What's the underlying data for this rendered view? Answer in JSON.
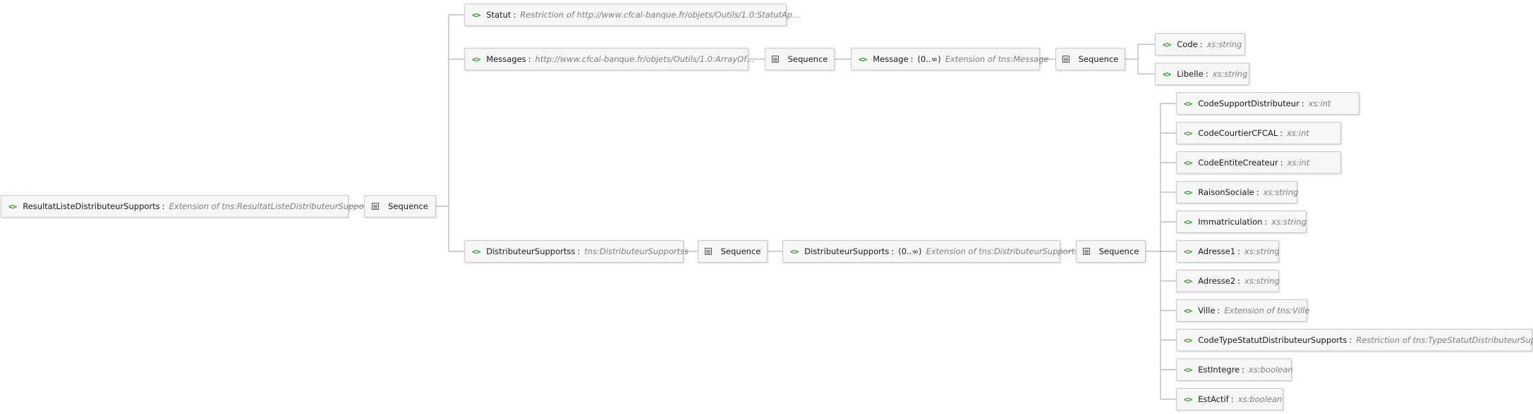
{
  "root": {
    "name": "ResultatListeDistributeurSupports",
    "type": "Extension of tns:ResultatListeDistributeurSupports"
  },
  "sequence_label": "Sequence",
  "statut": {
    "name": "Statut",
    "type": "Restriction of http://www.cfcal-banque.fr/objets/Outils/1.0:StatutAp..."
  },
  "messages": {
    "name": "Messages",
    "type": "http://www.cfcal-banque.fr/objets/Outils/1.0:ArrayOf..."
  },
  "message": {
    "name": "Message",
    "cardinality": "(0..∞)",
    "type": "Extension of tns:Message"
  },
  "code": {
    "name": "Code",
    "type": "xs:string"
  },
  "libelle": {
    "name": "Libelle",
    "type": "xs:string"
  },
  "distributeur_supportss": {
    "name": "DistributeurSupportss",
    "type": "tns:DistributeurSupportss"
  },
  "distributeur_supports": {
    "name": "DistributeurSupports",
    "cardinality": "(0..∞)",
    "type": "Extension of tns:DistributeurSupports"
  },
  "fields": [
    {
      "name": "CodeSupportDistributeur",
      "type": "xs:int"
    },
    {
      "name": "CodeCourtierCFCAL",
      "type": "xs:int"
    },
    {
      "name": "CodeEntiteCreateur",
      "type": "xs:int"
    },
    {
      "name": "RaisonSociale",
      "type": "xs:string"
    },
    {
      "name": "Immatriculation",
      "type": "xs:string"
    },
    {
      "name": "Adresse1",
      "type": "xs:string"
    },
    {
      "name": "Adresse2",
      "type": "xs:string"
    },
    {
      "name": "Ville",
      "type": "Extension of tns:Ville"
    },
    {
      "name": "CodeTypeStatutDistributeurSupports",
      "type": "Restriction of tns:TypeStatutDistributeurSupports"
    },
    {
      "name": "EstIntegre",
      "type": "xs:boolean"
    },
    {
      "name": "EstActif",
      "type": "xs:boolean"
    }
  ],
  "colors": {
    "element_icon": "#2a9a2a",
    "type_text": "#808080",
    "connector": "#b4b4b4",
    "node_border": "#c9c9c9",
    "node_bg": "#f6f6f6"
  }
}
